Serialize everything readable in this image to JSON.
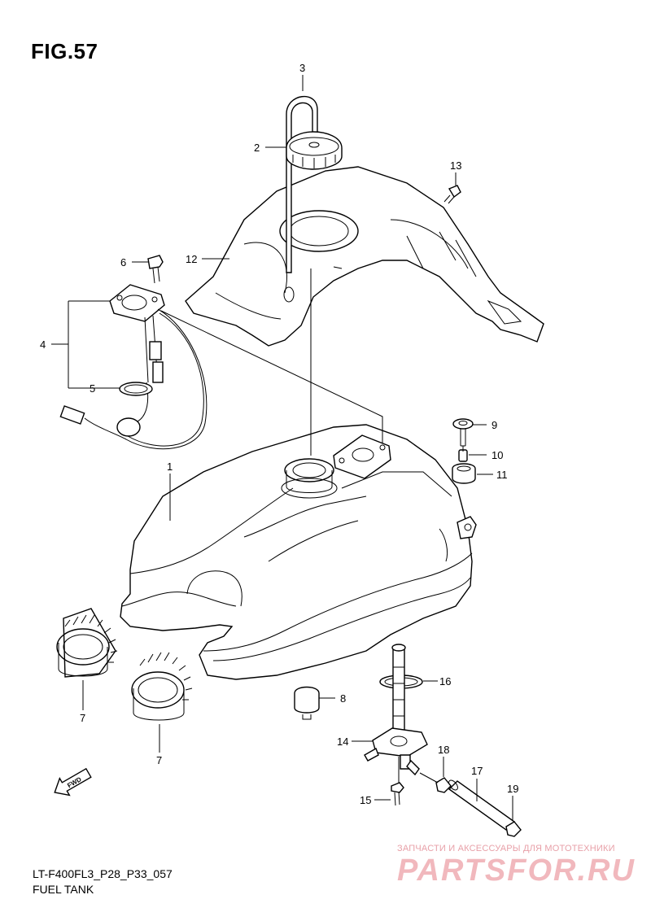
{
  "figure": {
    "title": "FIG.57",
    "code": "LT-F400FL3_P28_P33_057",
    "name": "FUEL TANK"
  },
  "callouts": [
    {
      "id": "c1",
      "number": "1"
    },
    {
      "id": "c2",
      "number": "2"
    },
    {
      "id": "c3",
      "number": "3"
    },
    {
      "id": "c4",
      "number": "4"
    },
    {
      "id": "c5",
      "number": "5"
    },
    {
      "id": "c6",
      "number": "6"
    },
    {
      "id": "c7a",
      "number": "7"
    },
    {
      "id": "c7b",
      "number": "7"
    },
    {
      "id": "c8",
      "number": "8"
    },
    {
      "id": "c9",
      "number": "9"
    },
    {
      "id": "c10",
      "number": "10"
    },
    {
      "id": "c11",
      "number": "11"
    },
    {
      "id": "c12",
      "number": "12"
    },
    {
      "id": "c13",
      "number": "13"
    },
    {
      "id": "c14",
      "number": "14"
    },
    {
      "id": "c15",
      "number": "15"
    },
    {
      "id": "c16",
      "number": "16"
    },
    {
      "id": "c17",
      "number": "17"
    },
    {
      "id": "c18",
      "number": "18"
    },
    {
      "id": "c19",
      "number": "19"
    }
  ],
  "fwd_arrow": {
    "label": "FWD"
  },
  "watermark": {
    "line1": "ЗАПЧАСТИ И АКСЕССУАРЫ ДЛЯ МОТОТЕХНИКИ",
    "line2": "PARTSFOR.RU"
  }
}
